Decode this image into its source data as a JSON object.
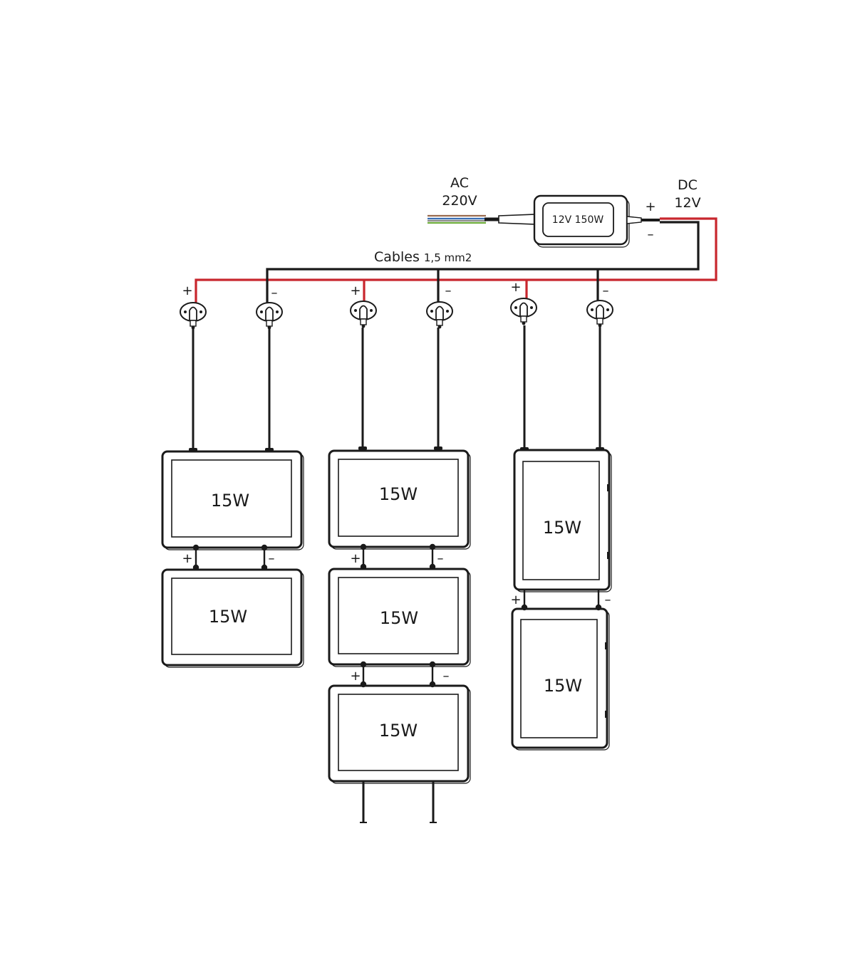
{
  "input": {
    "label_line1": "AC",
    "label_line2": "220V"
  },
  "output": {
    "label_line1": "DC",
    "label_line2": "12V",
    "plus": "+",
    "minus": "–"
  },
  "power_supply": {
    "rating": "12V  150W"
  },
  "cables": {
    "label_main": "Cables",
    "label_size": "1,5 mm2"
  },
  "terminals": [
    {
      "sign": "+"
    },
    {
      "sign": "–"
    },
    {
      "sign": "+"
    },
    {
      "sign": "–"
    },
    {
      "sign": "+"
    },
    {
      "sign": "–"
    }
  ],
  "panels": [
    {
      "label": "15W"
    },
    {
      "label": "15W"
    },
    {
      "label": "15W"
    },
    {
      "label": "15W"
    },
    {
      "label": "15W"
    },
    {
      "label": "15W"
    },
    {
      "label": "15W"
    }
  ],
  "links": [
    {
      "plus": "+",
      "minus": "–"
    },
    {
      "plus": "+",
      "minus": "–"
    },
    {
      "plus": "+",
      "minus": "–"
    },
    {
      "plus": "+",
      "minus": "–"
    }
  ],
  "colors": {
    "positive_wire": "#c8262d",
    "negative_wire": "#1a1a1a",
    "ac_wires": [
      "#9a6b4f",
      "#3b6fb5",
      "#8c8c8c",
      "#6fae3c"
    ]
  }
}
